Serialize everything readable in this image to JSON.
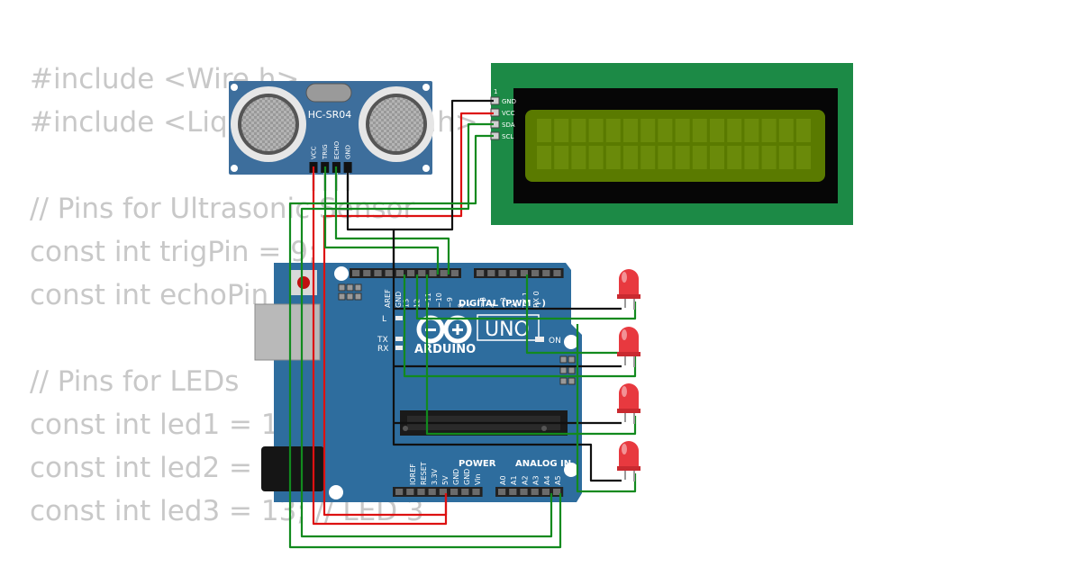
{
  "code_lines": [
    "#include <Wire.h>",
    "#include <LiquidCrystal_I2C.h>",
    "",
    "// Pins for Ultrasonic Sensor",
    "const int trigPin = 9;",
    "const int echoPin = 10;",
    "",
    "// Pins for LEDs",
    "const int led1 = 11; // LED 1",
    "const int led2 = 12; // LED 2",
    "const int led3 = 13; // LED 3"
  ],
  "sensor": {
    "model": "HC-SR04",
    "pins": [
      "VCC",
      "TRIG",
      "ECHO",
      "GND"
    ]
  },
  "lcd": {
    "pin_index": "1",
    "pins": [
      "GND",
      "VCC",
      "SDA",
      "SCL"
    ]
  },
  "arduino": {
    "logo_text": "ARDUINO",
    "model": "UNO",
    "on_label": "ON",
    "digital_label": "DIGITAL (PWM ~)",
    "digital_pins": [
      "AREF",
      "GND",
      "13",
      "12",
      "~11",
      "~10",
      "~9",
      "8",
      "7",
      "~6",
      "~5",
      "4",
      "~3",
      "2",
      "TX 1",
      "RX 0"
    ],
    "led_labels": [
      "L",
      "TX",
      "RX"
    ],
    "power_label": "POWER",
    "power_pins": [
      "IOREF",
      "RESET",
      "3.3V",
      "5V",
      "GND",
      "GND",
      "Vin"
    ],
    "analog_label": "ANALOG IN",
    "analog_pins": [
      "A0",
      "A1",
      "A2",
      "A3",
      "A4",
      "A5"
    ]
  },
  "leds": [
    {
      "color": "#e8393f"
    },
    {
      "color": "#e8393f"
    },
    {
      "color": "#e8393f"
    },
    {
      "color": "#e8393f"
    }
  ],
  "colors": {
    "board": "#2e6d9e",
    "lcd_pcb": "#1c8a46",
    "lcd_screen": "#5a7a00",
    "wire_red": "#dd1111",
    "wire_black": "#111111",
    "wire_green": "#128a1e",
    "sensor_pcb": "#3d6e9c"
  }
}
